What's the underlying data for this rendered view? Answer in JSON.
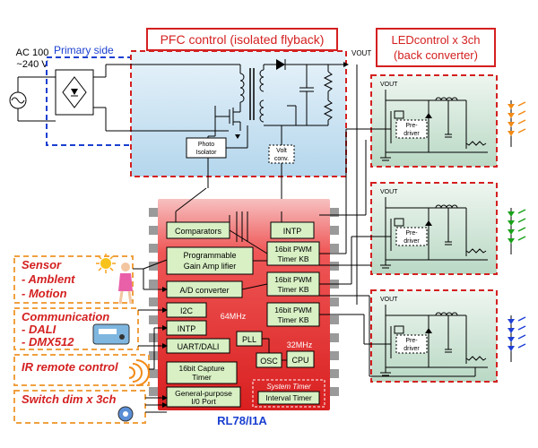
{
  "input": {
    "ac_line1": "AC 100",
    "ac_line2": "~240 V"
  },
  "primary": {
    "label": "Primary side"
  },
  "pfc": {
    "title": "PFC control (isolated flyback)",
    "vout": "VOUT",
    "photo_line1": "Photo",
    "photo_line2": "Isolator",
    "volt_line1": "Volt",
    "volt_line2": "conv."
  },
  "led": {
    "title_line1": "LEDcontrol x 3ch",
    "title_line2": "(back converter)",
    "vout": "VOUT",
    "pre_line1": "Pre-",
    "pre_line2": "driver"
  },
  "mcu": {
    "name": "RL78/I1A",
    "freq_64": "64MHz",
    "freq_32": "32MHz",
    "system_timer": "System Timer",
    "blocks": {
      "comparators": "Comparators",
      "pga_line1": "Programmable",
      "pga_line2": "Gain Amp lifier",
      "adc": "A/D converter",
      "i2c": "I2C",
      "intp_left": "INTP",
      "uart": "UART/DALI",
      "capture_line1": "16bit Capture",
      "capture_line2": "Timer",
      "gpio_line1": "General-purpose",
      "gpio_line2": "I/0 Port",
      "intp_top": "INTP",
      "pwm_line1": "16bit PWM",
      "pwm_line2": "Timer KB",
      "pll": "PLL",
      "osc": "OSC",
      "cpu": "CPU",
      "interval": "Interval Timer"
    }
  },
  "periph": {
    "sensor": [
      "Sensor",
      "- Amblent",
      "- Motion"
    ],
    "comm": [
      "Communication",
      "- DALI",
      "- DMX512"
    ],
    "ir": "IR remote control",
    "switch": "Switch dim x 3ch"
  },
  "colors": {
    "red": "#d42020",
    "blue": "#1a3fd0",
    "pfc_fill": "#cfe6f3",
    "led_fill": "#d7eadf",
    "mcu_fill": "#e52a2a",
    "block_fill": "#d8f0c4"
  }
}
